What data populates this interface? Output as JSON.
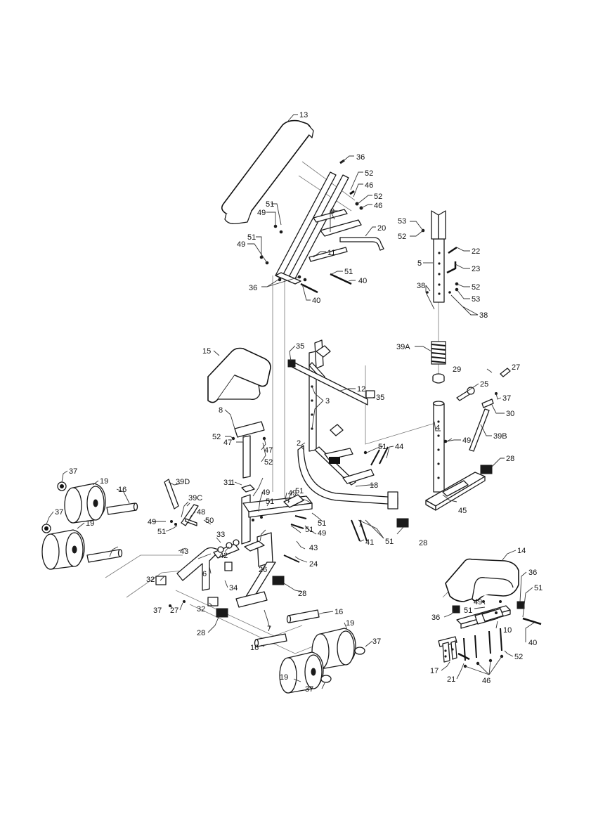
{
  "diagram": {
    "callouts": [
      "13",
      "36",
      "52",
      "46",
      "52",
      "46",
      "9",
      "20",
      "51",
      "49",
      "51",
      "49",
      "11",
      "51",
      "40",
      "36",
      "40",
      "53",
      "52",
      "22",
      "5",
      "23",
      "52",
      "53",
      "38",
      "38",
      "39A",
      "15",
      "35",
      "12",
      "35",
      "3",
      "29",
      "27",
      "25",
      "37",
      "30",
      "8",
      "52",
      "47",
      "47",
      "52",
      "2",
      "51",
      "44",
      "4",
      "49",
      "39B",
      "28",
      "37",
      "19",
      "16",
      "39D",
      "31",
      "49",
      "51",
      "49",
      "51",
      "18",
      "51",
      "49",
      "45",
      "37",
      "19",
      "39C",
      "48",
      "49",
      "51",
      "50",
      "33",
      "42",
      "1",
      "43",
      "43",
      "51",
      "26",
      "24",
      "41",
      "51",
      "28",
      "32",
      "6",
      "34",
      "32",
      "37",
      "27",
      "28",
      "7",
      "16",
      "19",
      "37",
      "28",
      "16",
      "19",
      "37",
      "14",
      "36",
      "51",
      "49",
      "36",
      "51",
      "10",
      "40",
      "17",
      "21",
      "46",
      "52"
    ]
  }
}
